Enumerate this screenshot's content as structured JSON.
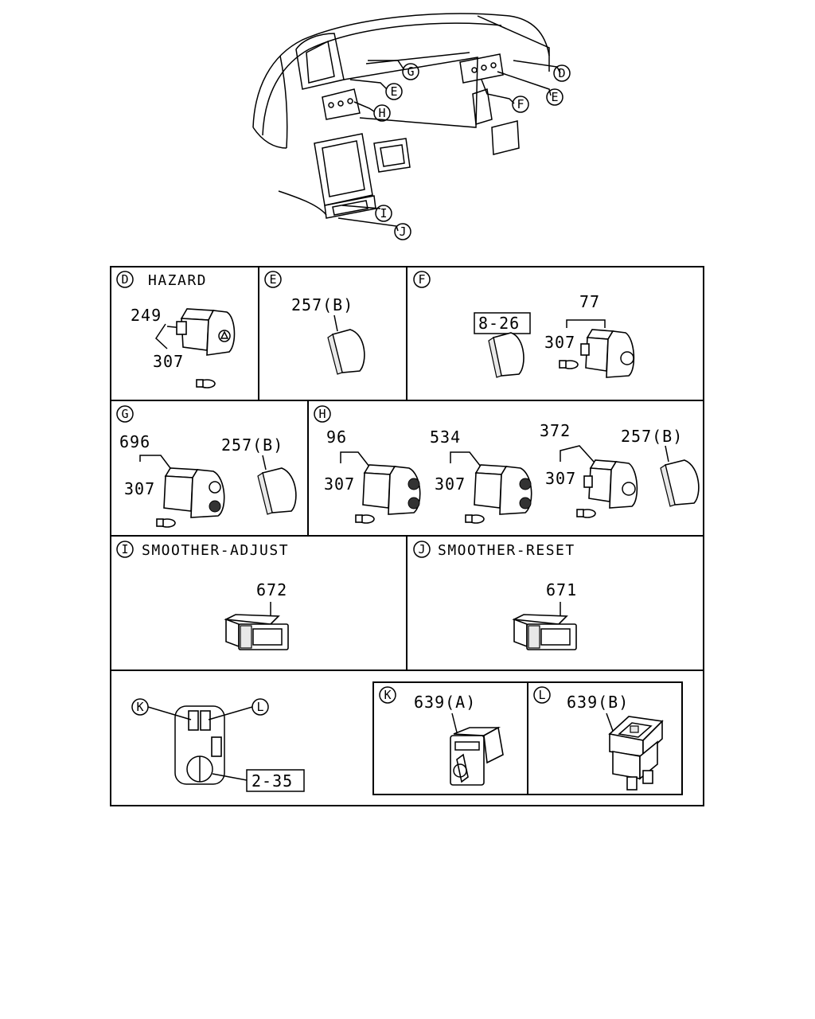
{
  "overview": {
    "callouts": [
      "G",
      "E",
      "H",
      "D",
      "E",
      "F",
      "I",
      "J"
    ]
  },
  "panels": {
    "D": {
      "letter": "D",
      "title": "HAZARD",
      "parts": [
        "249",
        "307"
      ]
    },
    "E": {
      "letter": "E",
      "parts": [
        "257(B)"
      ]
    },
    "F": {
      "letter": "F",
      "ref": "8-26",
      "parts": [
        "77",
        "307"
      ]
    },
    "G": {
      "letter": "G",
      "parts": [
        "696",
        "307",
        "257(B)"
      ]
    },
    "H": {
      "letter": "H",
      "parts": [
        "96",
        "307",
        "534",
        "307",
        "372",
        "307",
        "257(B)"
      ]
    },
    "I": {
      "letter": "I",
      "title": "SMOOTHER-ADJUST",
      "parts": [
        "672"
      ]
    },
    "J": {
      "letter": "J",
      "title": "SMOOTHER-RESET",
      "parts": [
        "671"
      ]
    },
    "KL": {
      "callouts": [
        "K",
        "L"
      ],
      "ref": "2-35"
    },
    "K": {
      "letter": "K",
      "parts": [
        "639(A)"
      ]
    },
    "L": {
      "letter": "L",
      "parts": [
        "639(B)"
      ]
    }
  }
}
